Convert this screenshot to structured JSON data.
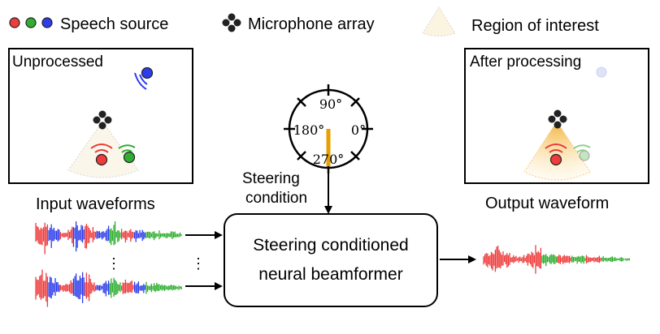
{
  "legend": {
    "speech_source": "Speech source",
    "microphone_array": "Microphone array",
    "region_of_interest": "Region of interest"
  },
  "panels": {
    "left_title": "Unprocessed",
    "right_title": "After processing"
  },
  "dial": {
    "label_90": "90°",
    "label_180": "180°",
    "label_0": "0°",
    "label_270": "270°",
    "steering_value_deg": 270
  },
  "steering": {
    "line1": "Steering",
    "line2": "condition"
  },
  "waveforms": {
    "input_label": "Input waveforms",
    "output_label": "Output waveform",
    "ellipsis": "⋮"
  },
  "beamformer": {
    "line1": "Steering conditioned",
    "line2": "neural beamformer"
  },
  "colors": {
    "red": "#ee3b3b",
    "green": "#2fae2f",
    "blue": "#2d3dea",
    "steer": "#e6a100",
    "region": "#f6d58a"
  }
}
